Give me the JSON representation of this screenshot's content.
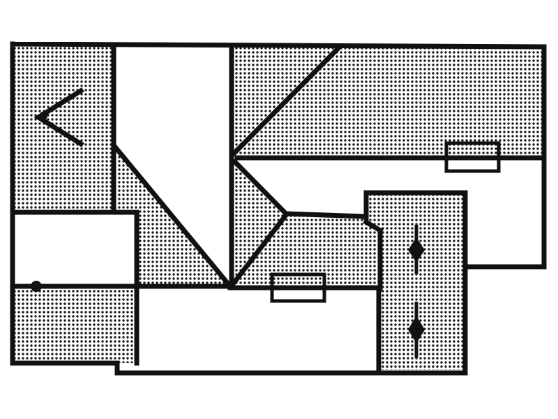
{
  "figure": {
    "kind": "line-drawing",
    "colors": {
      "ink": "#111111",
      "paper": "#ffffff",
      "hatch_dot": "#1a1a1a"
    },
    "regions": [
      {
        "name": "left-upper-region",
        "fill": "dotted"
      },
      {
        "name": "left-white-box",
        "fill": "white"
      },
      {
        "name": "left-lower-region",
        "fill": "dotted"
      },
      {
        "name": "center-white-wedge",
        "fill": "white"
      },
      {
        "name": "center-lower-wedge",
        "fill": "dotted"
      },
      {
        "name": "upper-right-region",
        "fill": "dotted"
      },
      {
        "name": "middle-dotted-region",
        "fill": "dotted"
      },
      {
        "name": "right-white-box",
        "fill": "white"
      },
      {
        "name": "bottom-white-box",
        "fill": "white"
      },
      {
        "name": "right-vertical-strip",
        "fill": "dotted"
      }
    ],
    "symbols": [
      {
        "name": "left-chevron-icon"
      },
      {
        "name": "upper-right-rectangle-marker"
      },
      {
        "name": "bottom-rectangle-marker"
      },
      {
        "name": "up-down-arrow-icon"
      },
      {
        "name": "second-up-down-arrow-icon"
      },
      {
        "name": "dot-marker"
      }
    ]
  }
}
